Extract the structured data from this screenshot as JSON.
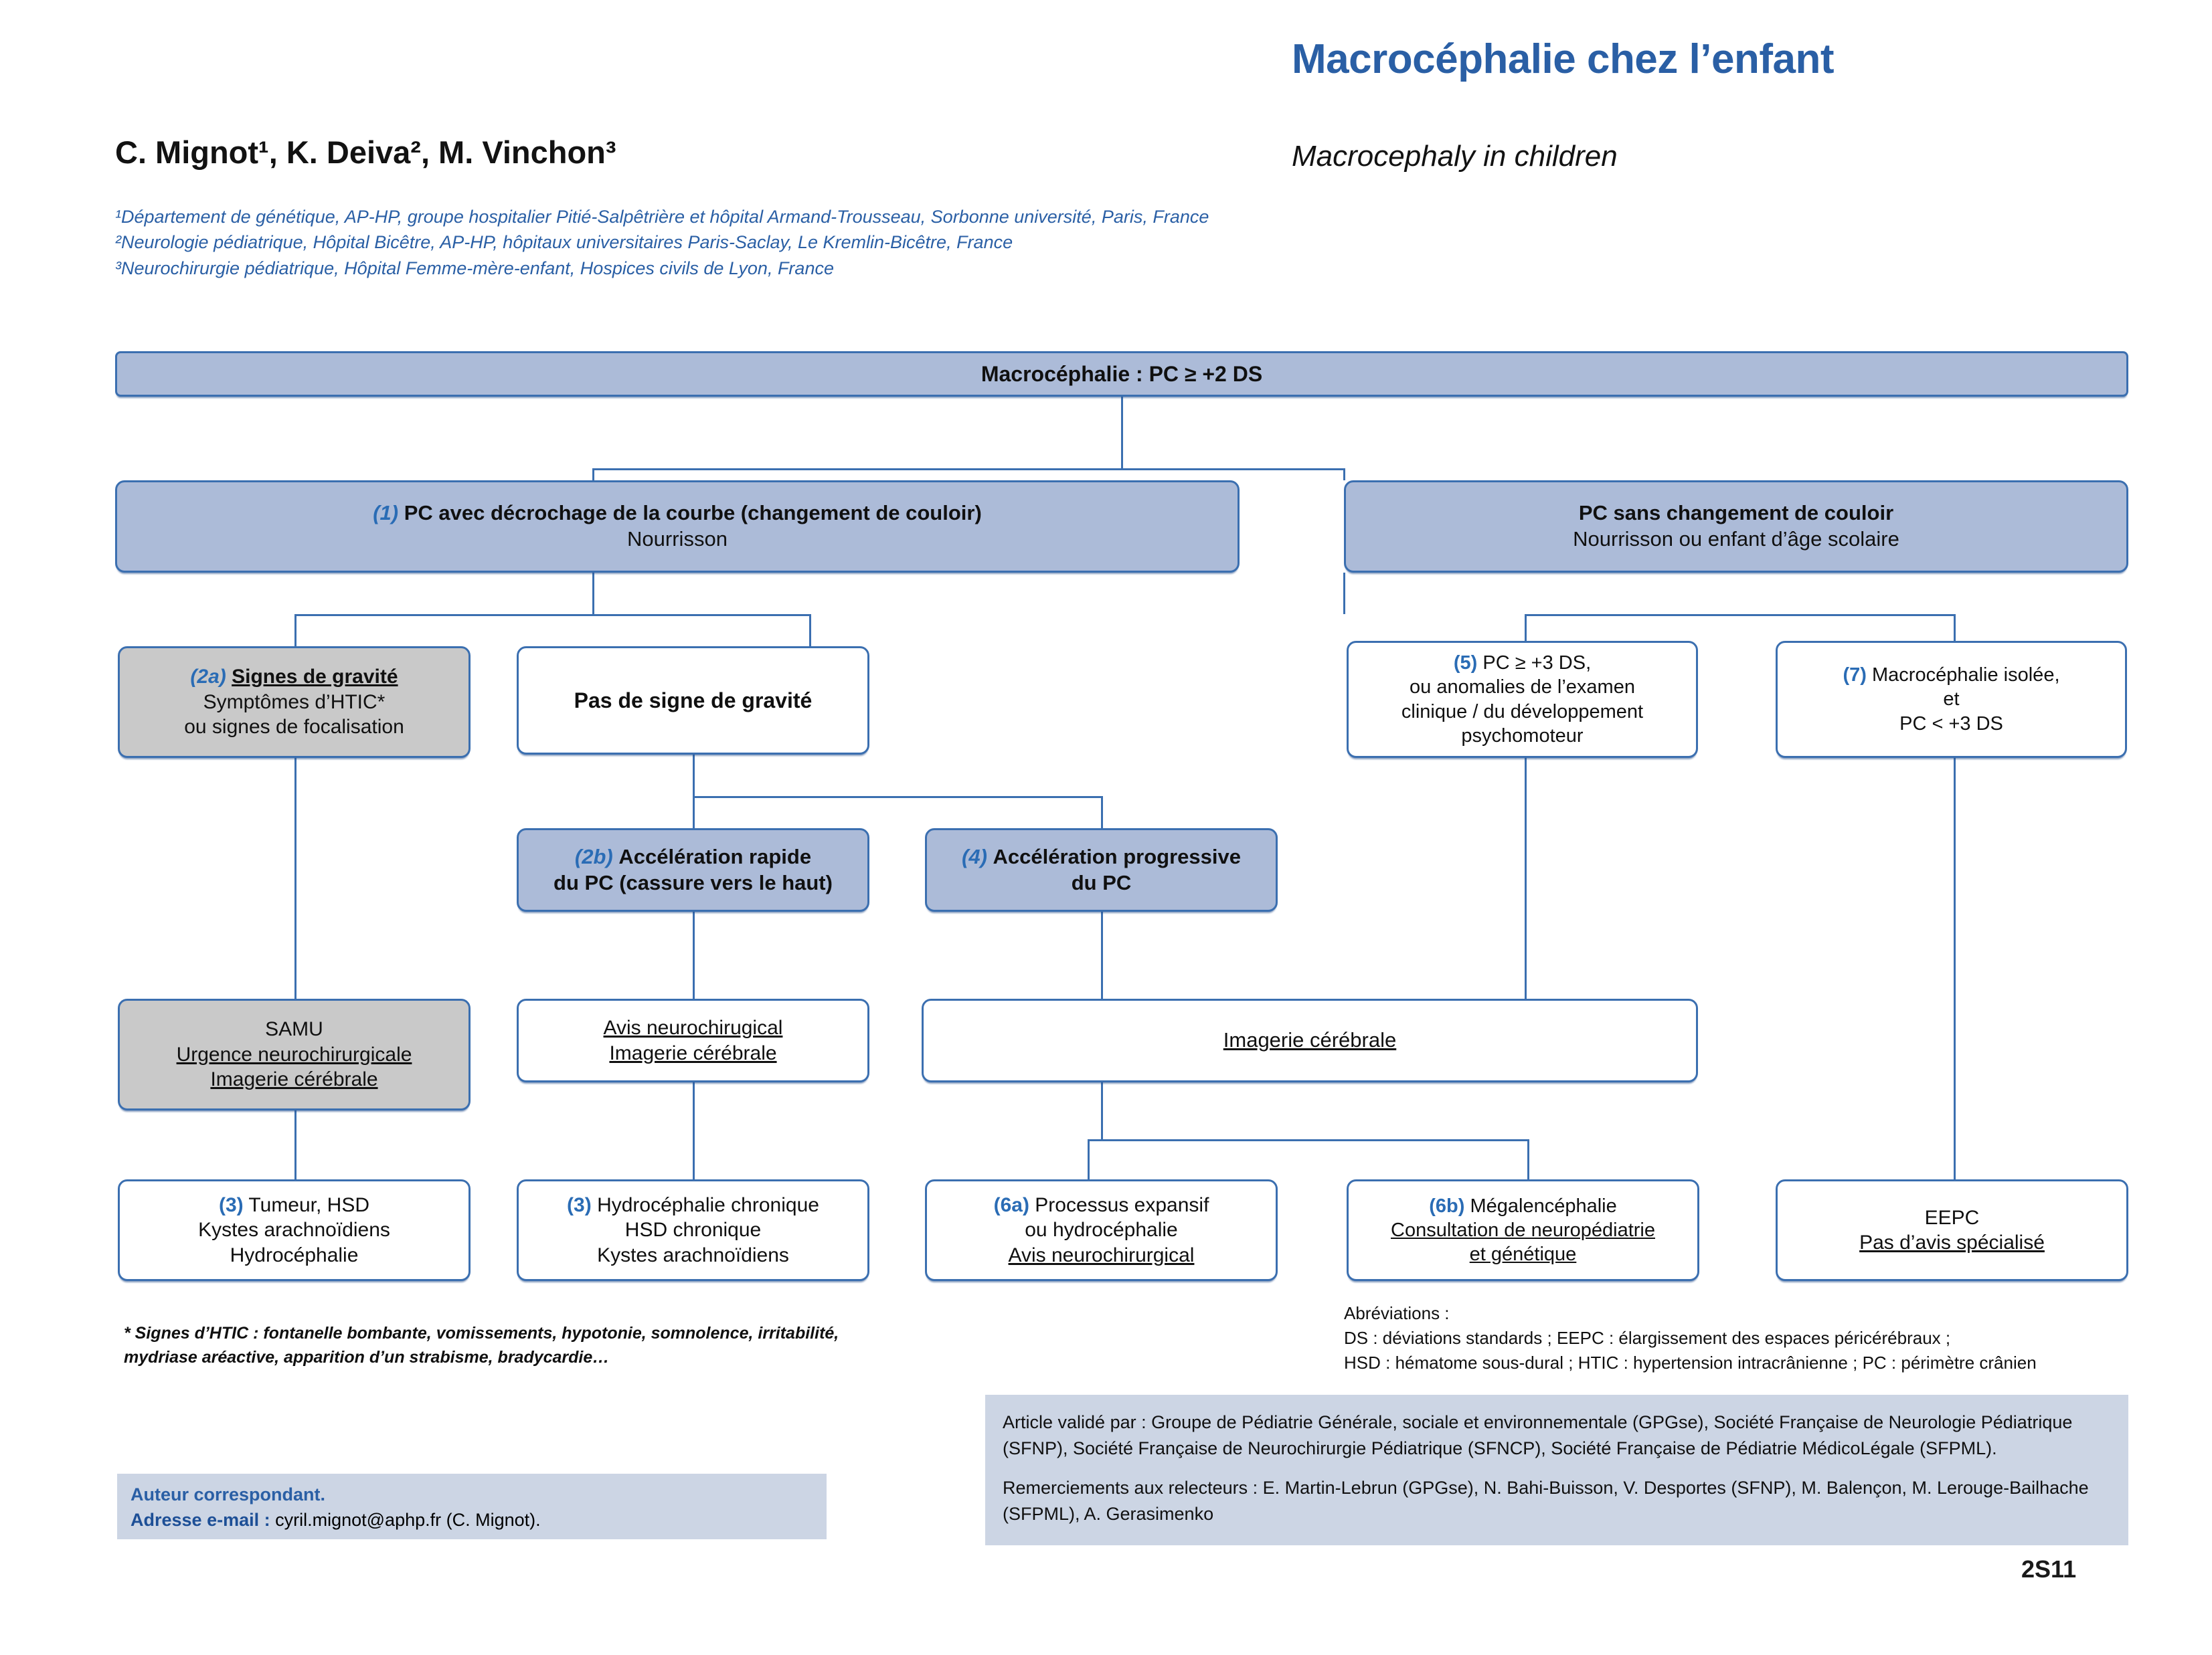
{
  "header": {
    "title_fr": "Macrocéphalie chez l’enfant",
    "title_en": "Macrocephaly in children",
    "authors": "C. Mignot¹, K. Deiva², M. Vinchon³",
    "affiliations": [
      "¹Département de génétique, AP-HP, groupe hospitalier Pitié-Salpêtrière et hôpital Armand-Trousseau, Sorbonne université, Paris, France",
      "²Neurologie pédiatrique, Hôpital Bicêtre, AP-HP, hôpitaux universitaires Paris-Saclay, Le Kremlin-Bicêtre, France",
      "³Neurochirurgie pédiatrique, Hôpital Femme-mère-enfant, Hospices civils de Lyon, France"
    ]
  },
  "flowchart": {
    "root": {
      "text": "Macrocéphalie : PC ≥ +2 DS"
    },
    "branch_left": {
      "ref": "(1)",
      "line1": "PC avec décrochage de la courbe (changement de couloir)",
      "line2": "Nourrisson"
    },
    "branch_right": {
      "line1": "PC sans changement de couloir",
      "line2": "Nourrisson ou enfant d’âge scolaire"
    },
    "node_2a": {
      "ref": "(2a)",
      "line1": "Signes de gravité",
      "line2": "Symptômes d’HTIC*",
      "line3": "ou signes de focalisation"
    },
    "node_no_gravity": {
      "text": "Pas de signe de gravité"
    },
    "node_5": {
      "ref": "(5)",
      "line1": "PC ≥ +3 DS,",
      "line2": "ou anomalies de l’examen",
      "line3": "clinique / du développement",
      "line4": "psychomoteur"
    },
    "node_7": {
      "ref": "(7)",
      "line1": "Macrocéphalie isolée,",
      "line2": "et",
      "line3": "PC < +3 DS"
    },
    "node_2b": {
      "ref": "(2b)",
      "line1": "Accélération rapide",
      "line2": "du PC (cassure vers le haut)"
    },
    "node_4": {
      "ref": "(4)",
      "line1": "Accélération progressive",
      "line2": "du PC"
    },
    "node_samu": {
      "line1": "SAMU",
      "line2": "Urgence neurochirurgicale",
      "line3": "Imagerie cérébrale"
    },
    "node_avis": {
      "line1": "Avis neurochirugical",
      "line2": "Imagerie cérébrale"
    },
    "node_imagerie": {
      "text": "Imagerie cérébrale"
    },
    "node_3a": {
      "ref": "(3)",
      "line1": "Tumeur, HSD",
      "line2": "Kystes arachnoïdiens",
      "line3": "Hydrocéphalie"
    },
    "node_3b": {
      "ref": "(3)",
      "line1": "Hydrocéphalie chronique",
      "line2": "HSD chronique",
      "line3": "Kystes arachnoïdiens"
    },
    "node_6a": {
      "ref": "(6a)",
      "line1": "Processus expansif",
      "line2": "ou hydrocéphalie",
      "line3": "Avis neurochirurgical"
    },
    "node_6b": {
      "ref": "(6b)",
      "line1": "Mégalencéphalie",
      "line2": "Consultation de neuropédiatrie",
      "line3": "et génétique"
    },
    "node_eepc": {
      "line1": "EEPC",
      "line2": "Pas d’avis spécialisé"
    }
  },
  "footnote": "* Signes d’HTIC : fontanelle bombante, vomissements, hypotonie, somnolence, irritabilité, mydriase aréactive, apparition d’un strabisme, bradycardie…",
  "abbreviations": {
    "heading": "Abréviations :",
    "line1": "DS : déviations standards ; EEPC : élargissement des espaces péricérébraux ;",
    "line2": "HSD : hématome sous-dural ; HTIC : hypertension intracrânienne ; PC : périmètre crânien"
  },
  "validation": {
    "paragraph1": "Article validé par : Groupe de Pédiatrie Générale, sociale et environnementale (GPGse), Société Française de Neurologie Pédiatrique (SFNP), Société Française de Neurochirurgie Pédiatrique (SFNCP), Société Française de Pédiatrie MédicoLégale (SFPML).",
    "paragraph2": "Remerciements aux relecteurs : E. Martin-Lebrun (GPGse), N. Bahi-Buisson, V. Desportes (SFNP), M. Balençon, M. Lerouge-Bailhache (SFPML), A. Gerasimenko"
  },
  "corresponding": {
    "line1": "Auteur correspondant.",
    "email_label": "Adresse e-mail :",
    "email_value": "cyril.mignot@aphp.fr (C. Mignot)."
  },
  "page_number": "2S11",
  "colors": {
    "accent_blue": "#2a5fa5",
    "box_blue_fill": "#acbbd8",
    "box_grey_fill": "#c9c9c9",
    "border_blue": "#3b6fb0",
    "info_panel": "#ccd5e4"
  }
}
